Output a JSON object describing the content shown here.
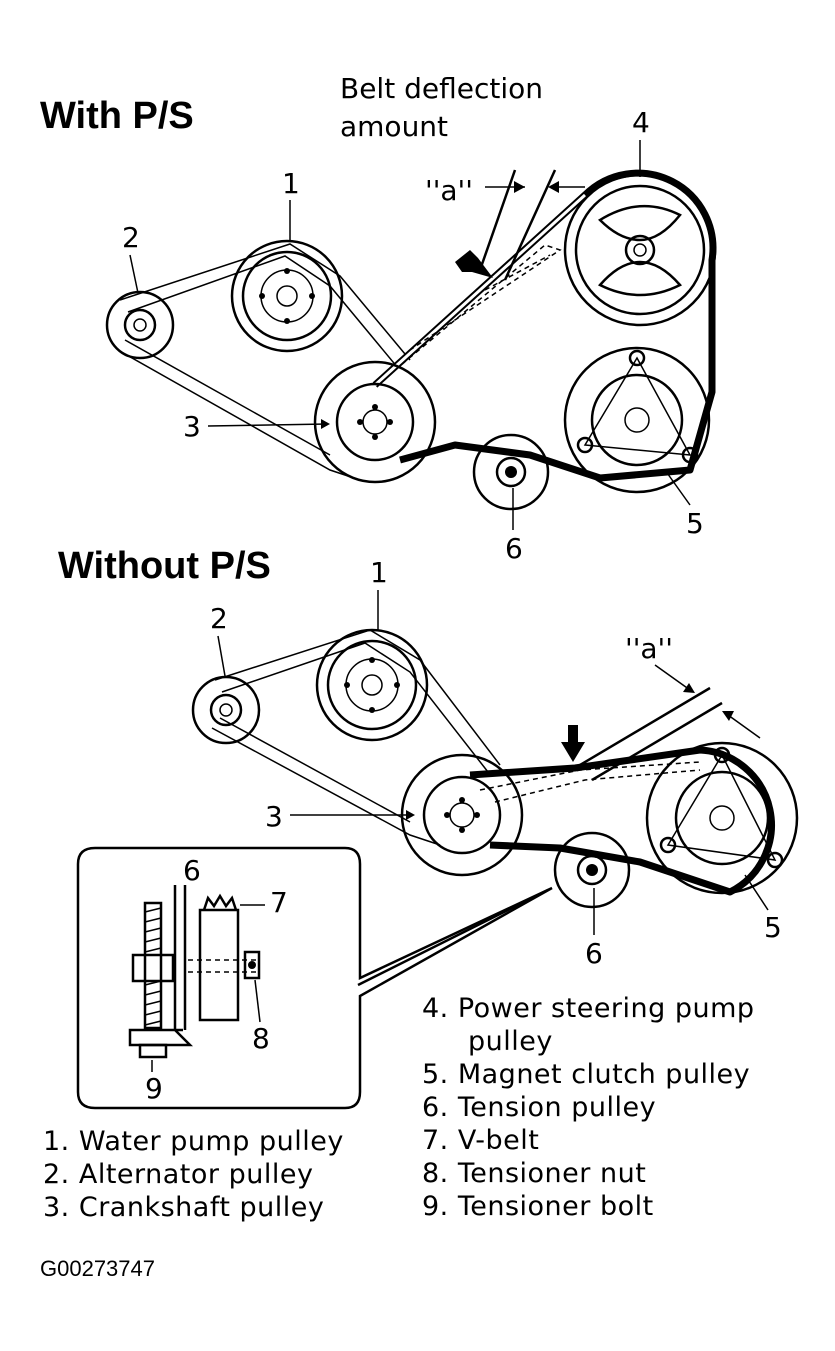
{
  "titles": {
    "with_ps": "With P/S",
    "without_ps": "Without P/S"
  },
  "deflection": {
    "line1": "Belt deflection",
    "line2": "amount",
    "marker": "''a''"
  },
  "callouts": {
    "n1": "1",
    "n2": "2",
    "n3": "3",
    "n4": "4",
    "n5": "5",
    "n6": "6",
    "n7": "7",
    "n8": "8",
    "n9": "9"
  },
  "legend": {
    "l1": "1. Water pump pulley",
    "l2": "2. Alternator pulley",
    "l3": "3. Crankshaft pulley",
    "l4a": "4. Power steering pump",
    "l4b": "pulley",
    "l5": "5. Magnet clutch pulley",
    "l6": "6. Tension pulley",
    "l7": "7. V-belt",
    "l8": "8. Tensioner nut",
    "l9": "9. Tensioner bolt"
  },
  "figure_code": "G00273747"
}
